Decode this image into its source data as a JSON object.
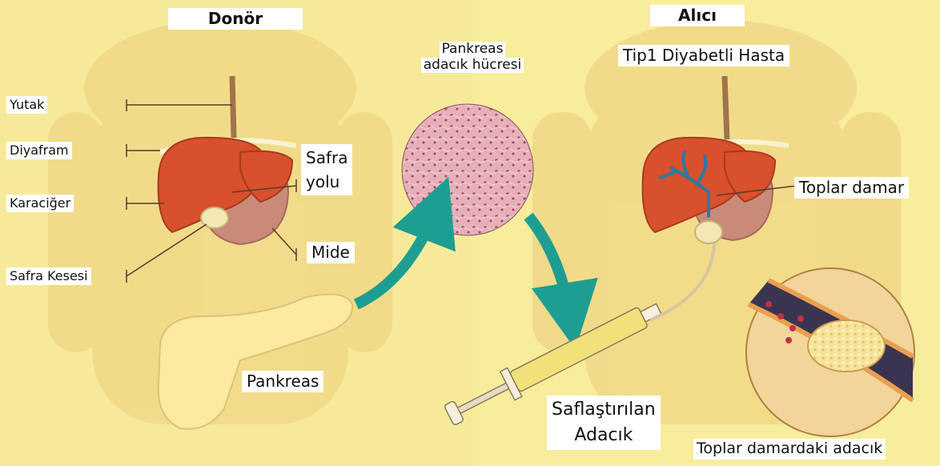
{
  "headers": {
    "donor": "Donör",
    "recipient": "Alıcı"
  },
  "recipient_subtitle": "Tip1 Diyabetli Hasta",
  "donor_labels": {
    "pharynx": "Yutak",
    "diaphragm": "Diyafram",
    "liver": "Karaciğer",
    "gallbladder": "Safra Kesesi",
    "bile_duct_line1": "Safra",
    "bile_duct_line2": "yolu",
    "stomach": "Mide",
    "pancreas": "Pankreas"
  },
  "islet_cell_line1": "Pankreas",
  "islet_cell_line2": "adacık hücresi",
  "syringe_line1": "Saflaştırılan",
  "syringe_line2": "Adacık",
  "recipient_labels": {
    "portal_vein": "Toplar damar",
    "islets_in_vein": "Toplar damardaki adacık"
  },
  "colors": {
    "background": "#f6ea9a",
    "silhouette": "#f2d98a",
    "liver": "#d8502c",
    "stomach": "#c98a7a",
    "pancreas": "#fbeaa0",
    "arrow": "#1e9e92"
  }
}
